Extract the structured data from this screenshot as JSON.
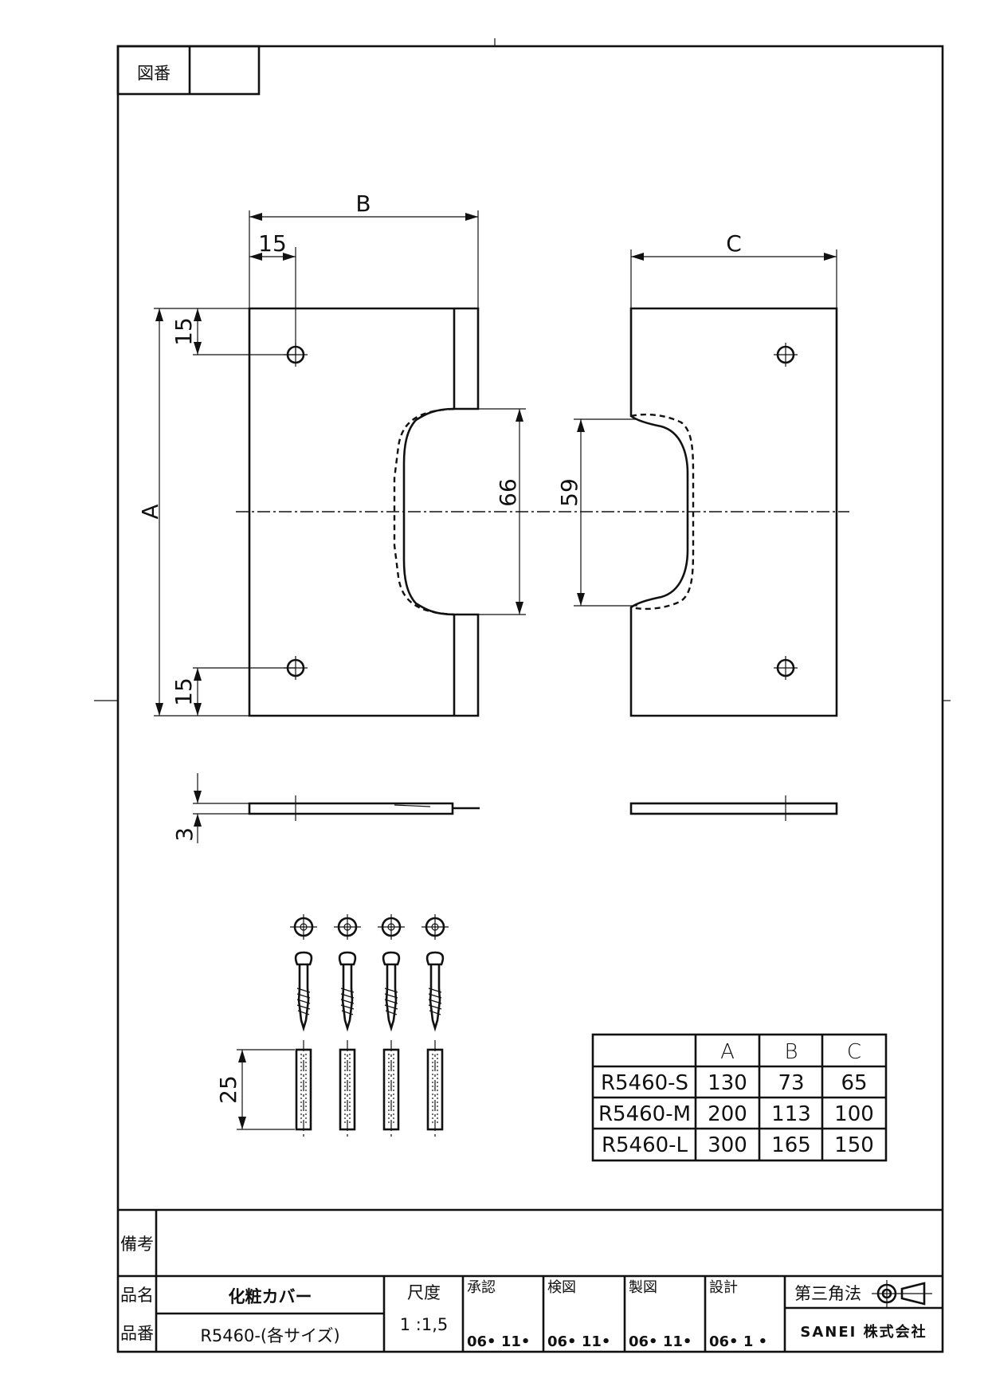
{
  "drawing_no_label": "図番",
  "drawing_no_value": "",
  "dimensions": {
    "B": "B",
    "C": "C",
    "A": "A",
    "d15_top": "15",
    "d15_left": "15",
    "d15_bottom": "15",
    "d66": "66",
    "d59": "59",
    "d3": "3",
    "d25": "25"
  },
  "size_table": {
    "headers": [
      "",
      "A",
      "B",
      "C"
    ],
    "rows": [
      [
        "R5460-S",
        "130",
        "73",
        "65"
      ],
      [
        "R5460-M",
        "200",
        "113",
        "100"
      ],
      [
        "R5460-L",
        "300",
        "165",
        "150"
      ]
    ]
  },
  "title_block": {
    "remarks_label": "備考",
    "product_name_label": "品名",
    "product_name": "化粧カバー",
    "part_no_label": "品番",
    "part_no": "R5460-(各サイズ)",
    "scale_label": "尺度",
    "scale_value": "1 :1,5",
    "approved_label": "承認",
    "approved_date": "06• 11•",
    "checked_label": "検図",
    "checked_date": "06• 11•",
    "drawn_label": "製図",
    "drawn_date": "06• 11•",
    "designed_label": "設計",
    "designed_date": "06• 1 •",
    "projection": "第三角法",
    "company": "SANEI 株式会社"
  }
}
